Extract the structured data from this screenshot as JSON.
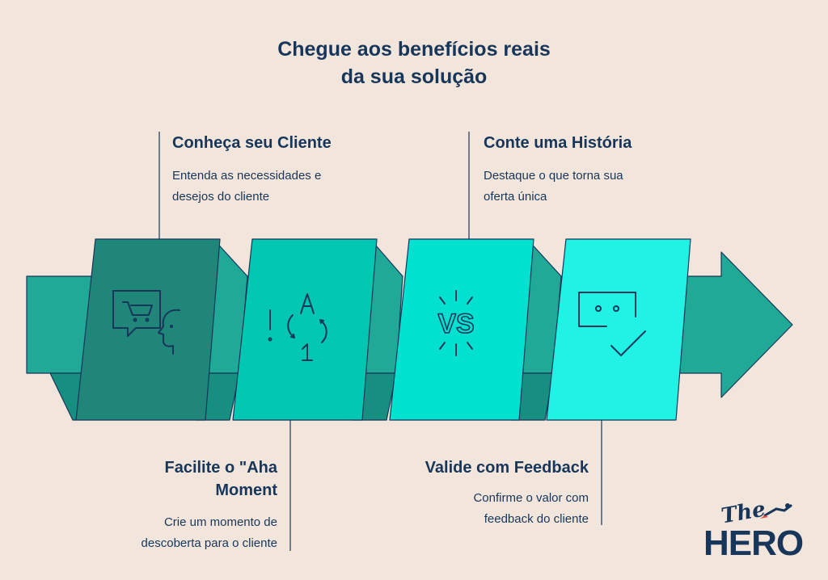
{
  "title": {
    "line1": "Chegue aos benefícios reais",
    "line2": "da sua solução"
  },
  "steps": [
    {
      "title_lines": [
        "Conheça seu Cliente"
      ],
      "desc_lines": [
        "Entenda as necessidades e",
        "desejos do cliente"
      ],
      "icon": "chat-cart-face-icon",
      "color": "#1f8679"
    },
    {
      "title_lines": [
        "Facilite o \"Aha",
        "Moment"
      ],
      "desc_lines": [
        "Crie um momento de",
        "descoberta para o cliente"
      ],
      "icon": "exclamation-a-one-cycle-icon",
      "color": "#00c7b0"
    },
    {
      "title_lines": [
        "Conte uma História"
      ],
      "desc_lines": [
        "Destaque o que torna sua",
        "oferta única"
      ],
      "icon": "versus-icon",
      "vs_label": "VS",
      "color": "#00e2cf"
    },
    {
      "title_lines": [
        "Valide com Feedback"
      ],
      "desc_lines": [
        "Confirme o valor com",
        "feedback do cliente"
      ],
      "icon": "chat-check-icon",
      "color": "#20f2e4"
    }
  ],
  "colors": {
    "background": "#f2e6dc",
    "text": "#17365a",
    "arrow": "#1fa996",
    "arrow_dark": "#178f80",
    "outline": "#17365a"
  },
  "logo": {
    "the": "The",
    "hero": "HERO"
  }
}
